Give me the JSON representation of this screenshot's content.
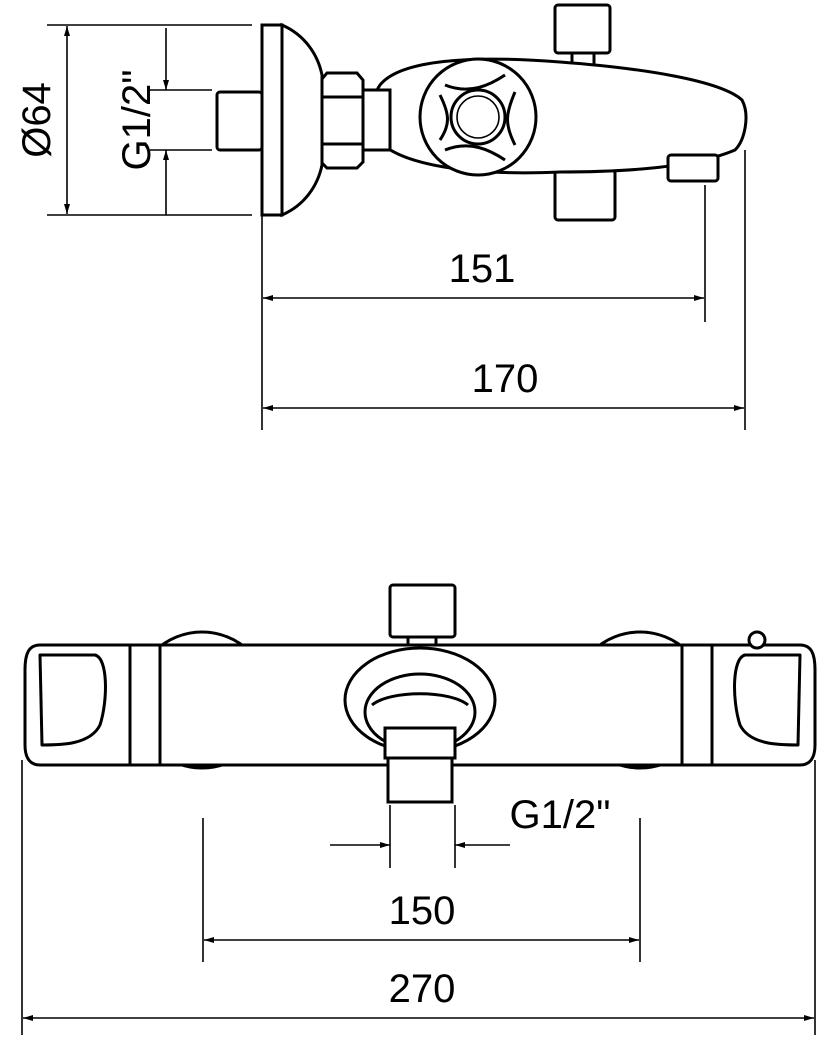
{
  "top_view": {
    "dim_diameter": "Ø64",
    "dim_thread": "G1/2\"",
    "dim_spout": "151",
    "dim_depth": "170"
  },
  "front_view": {
    "dim_thread": "G1/2\"",
    "dim_centers": "150",
    "dim_width": "270"
  }
}
